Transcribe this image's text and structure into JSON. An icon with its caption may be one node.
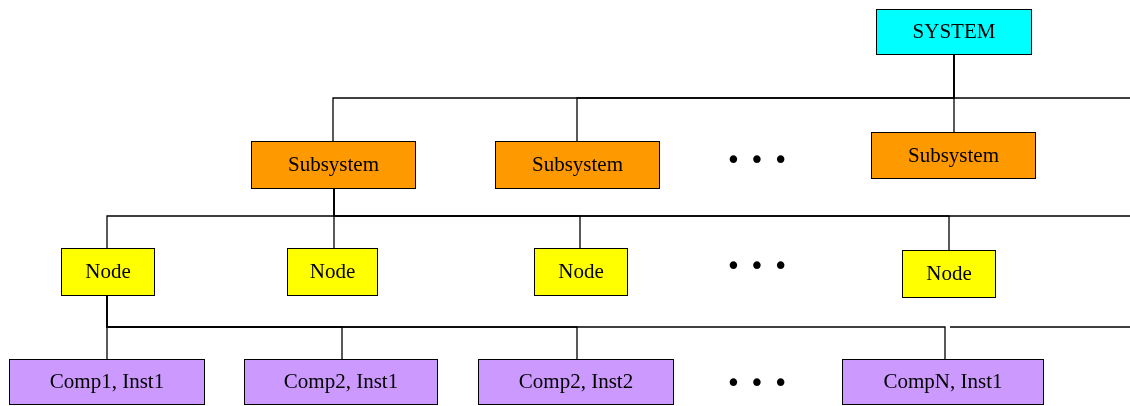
{
  "diagram": {
    "nodes": [
      {
        "text": [
          "SYSTEM"
        ]
      },
      {
        "text": [
          "Subsystem"
        ]
      },
      {
        "text": [
          "Subsystem"
        ]
      },
      {
        "text": [
          "Subsystem"
        ]
      },
      {
        "text": [
          "Node"
        ]
      },
      {
        "text": [
          "Node"
        ]
      },
      {
        "text": [
          "Node"
        ]
      },
      {
        "text": [
          "Node"
        ]
      },
      {
        "text": [
          "Comp1, Inst1"
        ]
      },
      {
        "text": [
          "Comp2, Inst1"
        ]
      },
      {
        "text": [
          "Comp2, Inst2"
        ]
      },
      {
        "text": [
          "CompN, Inst1"
        ]
      }
    ],
    "edges": [
      {
        "from": 0,
        "to": 1,
        "arrow": "none"
      },
      {
        "from": 0,
        "to": 2,
        "arrow": "none"
      },
      {
        "from": 0,
        "to": 3,
        "arrow": "none"
      },
      {
        "from": 0,
        "to": null,
        "arrow": "none"
      },
      {
        "from": 1,
        "to": 4,
        "arrow": "none"
      },
      {
        "from": 1,
        "to": 5,
        "arrow": "none"
      },
      {
        "from": 1,
        "to": 6,
        "arrow": "none"
      },
      {
        "from": 1,
        "to": 7,
        "arrow": "none"
      },
      {
        "from": 1,
        "to": null,
        "arrow": "none"
      },
      {
        "from": 4,
        "to": 8,
        "arrow": "none"
      },
      {
        "from": 4,
        "to": 9,
        "arrow": "none"
      },
      {
        "from": 4,
        "to": 10,
        "arrow": "none"
      },
      {
        "from": 4,
        "to": 11,
        "arrow": "none"
      }
    ],
    "labels": [
      "• • •",
      "• • •",
      "• • •"
    ]
  }
}
